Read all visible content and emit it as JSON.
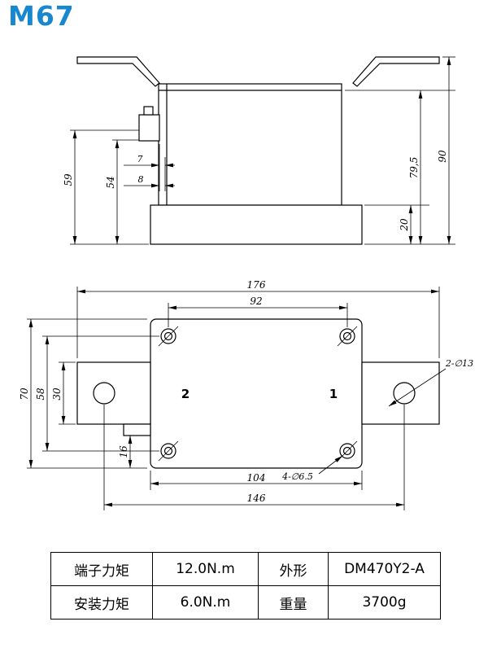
{
  "title": "M67",
  "colors": {
    "title_blue": "#1787d0",
    "line_black": "#000000"
  },
  "side_view": {
    "dims": {
      "height_total": "90",
      "height_body": "79,5",
      "height_base": "20",
      "left_59": "59",
      "left_54": "54",
      "small_7": "7",
      "small_8": "8"
    }
  },
  "top_view": {
    "terminal_left": "2",
    "terminal_right": "1",
    "dims": {
      "width_total": "176",
      "hole_span_x": "92",
      "height_total": "70",
      "hole_span_y": "58",
      "tab_width": "30",
      "edge_16": "16",
      "body_width": "104",
      "terminal_span": "146",
      "terminal_holes": "2-∅13",
      "mounting_holes": "4-∅6.5"
    }
  },
  "spec_table": {
    "rows": [
      [
        "端子力矩",
        "12.0N.m",
        "外形",
        "DM470Y2-A"
      ],
      [
        "安装力矩",
        "6.0N.m",
        "重量",
        "3700g"
      ]
    ]
  }
}
